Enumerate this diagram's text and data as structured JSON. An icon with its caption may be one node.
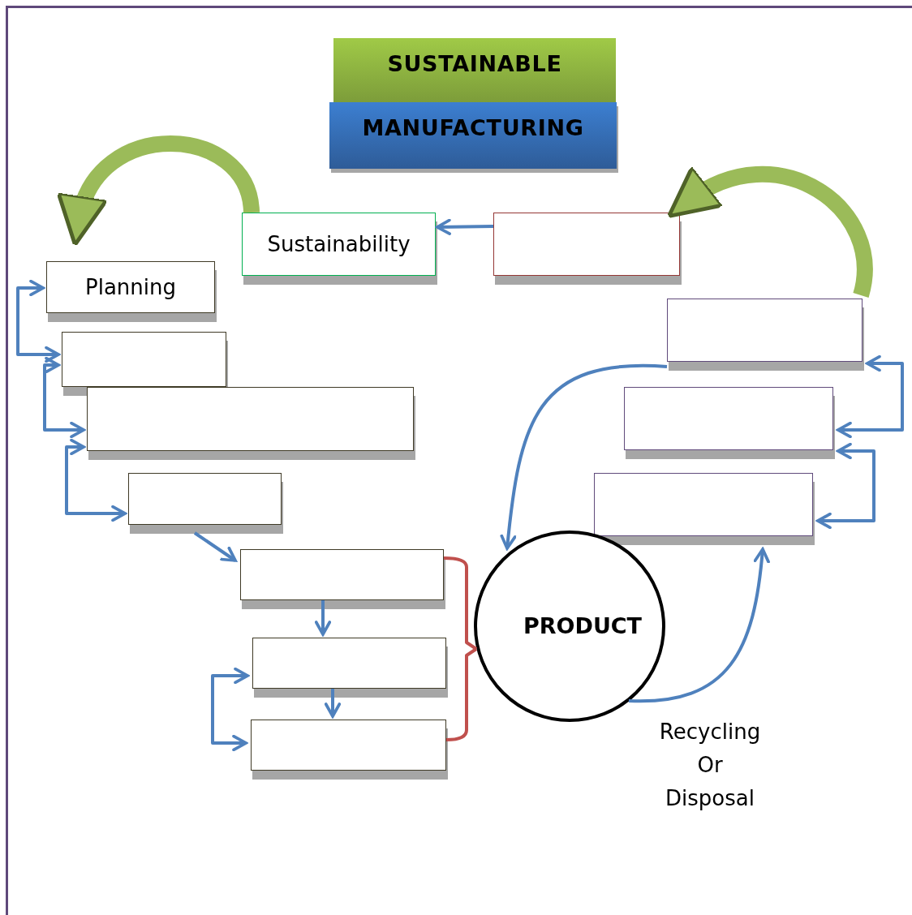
{
  "diagram": {
    "nodes": [
      {
        "text": [
          "SUSTAINABLE"
        ]
      },
      {
        "text": [
          "MANUFACTURING"
        ]
      },
      {
        "text": [
          "Sustainability"
        ]
      },
      {
        "text": [],
        "shape": "box"
      },
      {
        "text": [
          "Planning"
        ]
      },
      {
        "text": [],
        "shape": "box"
      },
      {
        "text": [],
        "shape": "box"
      },
      {
        "text": [],
        "shape": "box"
      },
      {
        "text": [],
        "shape": "box"
      },
      {
        "text": [],
        "shape": "box"
      },
      {
        "text": [],
        "shape": "box"
      },
      {
        "text": [],
        "shape": "box"
      },
      {
        "text": [],
        "shape": "box"
      },
      {
        "text": [],
        "shape": "box"
      },
      {
        "text": [
          "PRODUCT"
        ]
      }
    ],
    "edges": [
      {
        "from": 3,
        "to": 2,
        "arrow": "to"
      },
      {
        "from": 2,
        "to": 4,
        "arrow": "to",
        "style": "thick",
        "color": "#9bbb59"
      },
      {
        "from": 11,
        "to": 3,
        "arrow": "to",
        "style": "thick",
        "color": "#9bbb59"
      },
      {
        "from": 4,
        "to": 5,
        "arrow": "both"
      },
      {
        "from": 5,
        "to": 6,
        "arrow": "both"
      },
      {
        "from": 6,
        "to": 7,
        "arrow": "both"
      },
      {
        "from": 7,
        "to": 8,
        "arrow": "to"
      },
      {
        "from": 8,
        "to": 9,
        "arrow": "to"
      },
      {
        "from": 9,
        "to": 10,
        "arrow": "to"
      },
      {
        "from": 9,
        "to": 10,
        "arrow": "both"
      },
      {
        "from": 8,
        "to": 14,
        "arrow": "none",
        "color": "#c0504d"
      },
      {
        "from": 10,
        "to": 14,
        "arrow": "none",
        "color": "#c0504d"
      },
      {
        "from": 11,
        "to": 14,
        "arrow": "to"
      },
      {
        "from": 11,
        "to": 12,
        "arrow": "both"
      },
      {
        "from": 12,
        "to": 13,
        "arrow": "both"
      },
      {
        "from": 14,
        "to": 13,
        "arrow": "to"
      }
    ],
    "labels": [
      "Recycling Or Disposal"
    ]
  }
}
